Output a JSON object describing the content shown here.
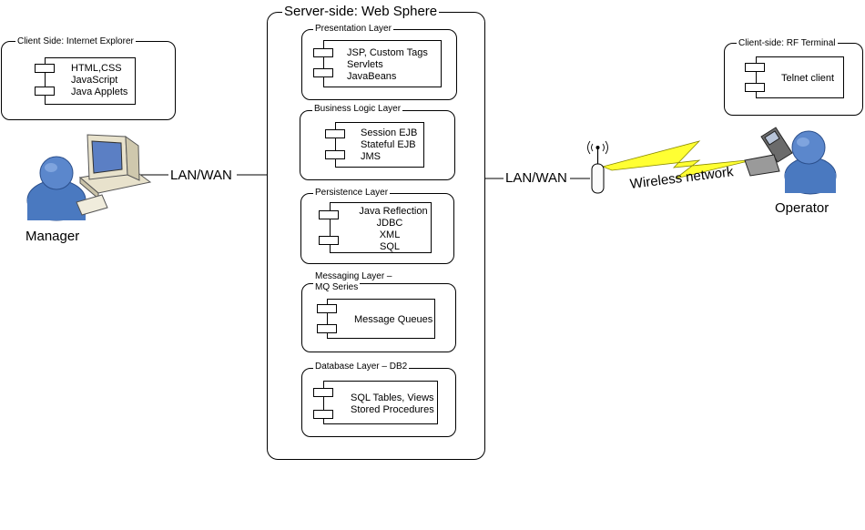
{
  "server": {
    "title": "Server-side: Web Sphere",
    "layers": [
      {
        "label": "Presentation Layer",
        "items": [
          "JSP, Custom Tags",
          "Servlets",
          "JavaBeans"
        ]
      },
      {
        "label": "Business Logic Layer",
        "items": [
          "Session EJB",
          "Stateful EJB",
          "JMS"
        ]
      },
      {
        "label": "Persistence Layer",
        "items": [
          "Java Reflection",
          "JDBC",
          "XML",
          "SQL"
        ]
      },
      {
        "label_line1": "Messaging Layer –",
        "label_line2": "MQ Series",
        "items": [
          "Message Queues"
        ]
      },
      {
        "label": "Database Layer – DB2",
        "items": [
          "SQL Tables, Views",
          "Stored Procedures"
        ]
      }
    ]
  },
  "client_left": {
    "label": "Client Side: Internet Explorer",
    "items": [
      "HTML,CSS",
      "JavaScript",
      "Java Applets"
    ]
  },
  "client_right": {
    "label": "Client-side: RF Terminal",
    "items": [
      "Telnet client"
    ]
  },
  "actors": {
    "manager": "Manager",
    "operator": "Operator"
  },
  "links": {
    "left": "LAN/WAN",
    "right": "LAN/WAN",
    "wireless": "Wireless network"
  },
  "colors": {
    "person_blue": "#4a79c0",
    "person_dark": "#2b4f8c",
    "lightning": "#ffff33",
    "computer_beige": "#e8e2cc",
    "screen_blue": "#5b7fc4"
  },
  "icons": [
    "manager-person-icon",
    "computer-icon",
    "operator-person-icon",
    "phone-icon",
    "antenna-icon",
    "lightning-icon"
  ]
}
